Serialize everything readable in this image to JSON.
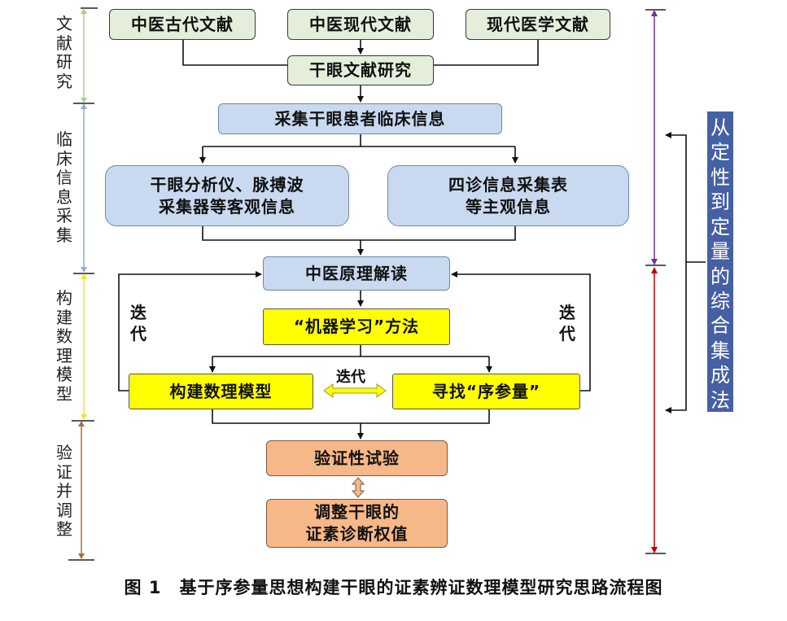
{
  "phases": {
    "literature": "文献研究",
    "clinical": "临床信息采集",
    "modeling": "构建数理模型",
    "validation": "验证并调整"
  },
  "boxes": {
    "tcm_ancient": "中医古代文献",
    "tcm_modern": "中医现代文献",
    "modern_med": "现代医学文献",
    "dry_eye_lit": "干眼文献研究",
    "collect": "采集干眼患者临床信息",
    "objective": "干眼分析仪、脉搏波\n采集器等客观信息",
    "subjective": "四诊信息采集表\n等主观信息",
    "tcm_theory": "中医原理解读",
    "ml_method": "“机器学习”方法",
    "build_model": "构建数理模型",
    "find_order": "寻找“序参量”",
    "validation_test": "验证性试验",
    "adjust_weights": "调整干眼的\n证素诊断权值"
  },
  "iteration": {
    "left": "迭代",
    "right": "迭代",
    "middle": "迭代"
  },
  "side_label": "从定性到定量的综合集成法",
  "caption": "图 1　基于序参量思想构建干眼的证素辨证数理模型研究思路流程图",
  "colors": {
    "literature_fill": "#e4eedb",
    "clinical_fill": "#c9daf0",
    "machine_fill": "#ffff00",
    "validation_fill": "#f6b888",
    "side_fill": "#4660a4",
    "bracket_literature": "#a6d38a",
    "bracket_clinical": "#93acd6",
    "bracket_modeling": "#e8e82a",
    "bracket_validation": "#a0703c",
    "bracket_right_upper": "#7030a0",
    "bracket_right_lower": "#c00000"
  }
}
